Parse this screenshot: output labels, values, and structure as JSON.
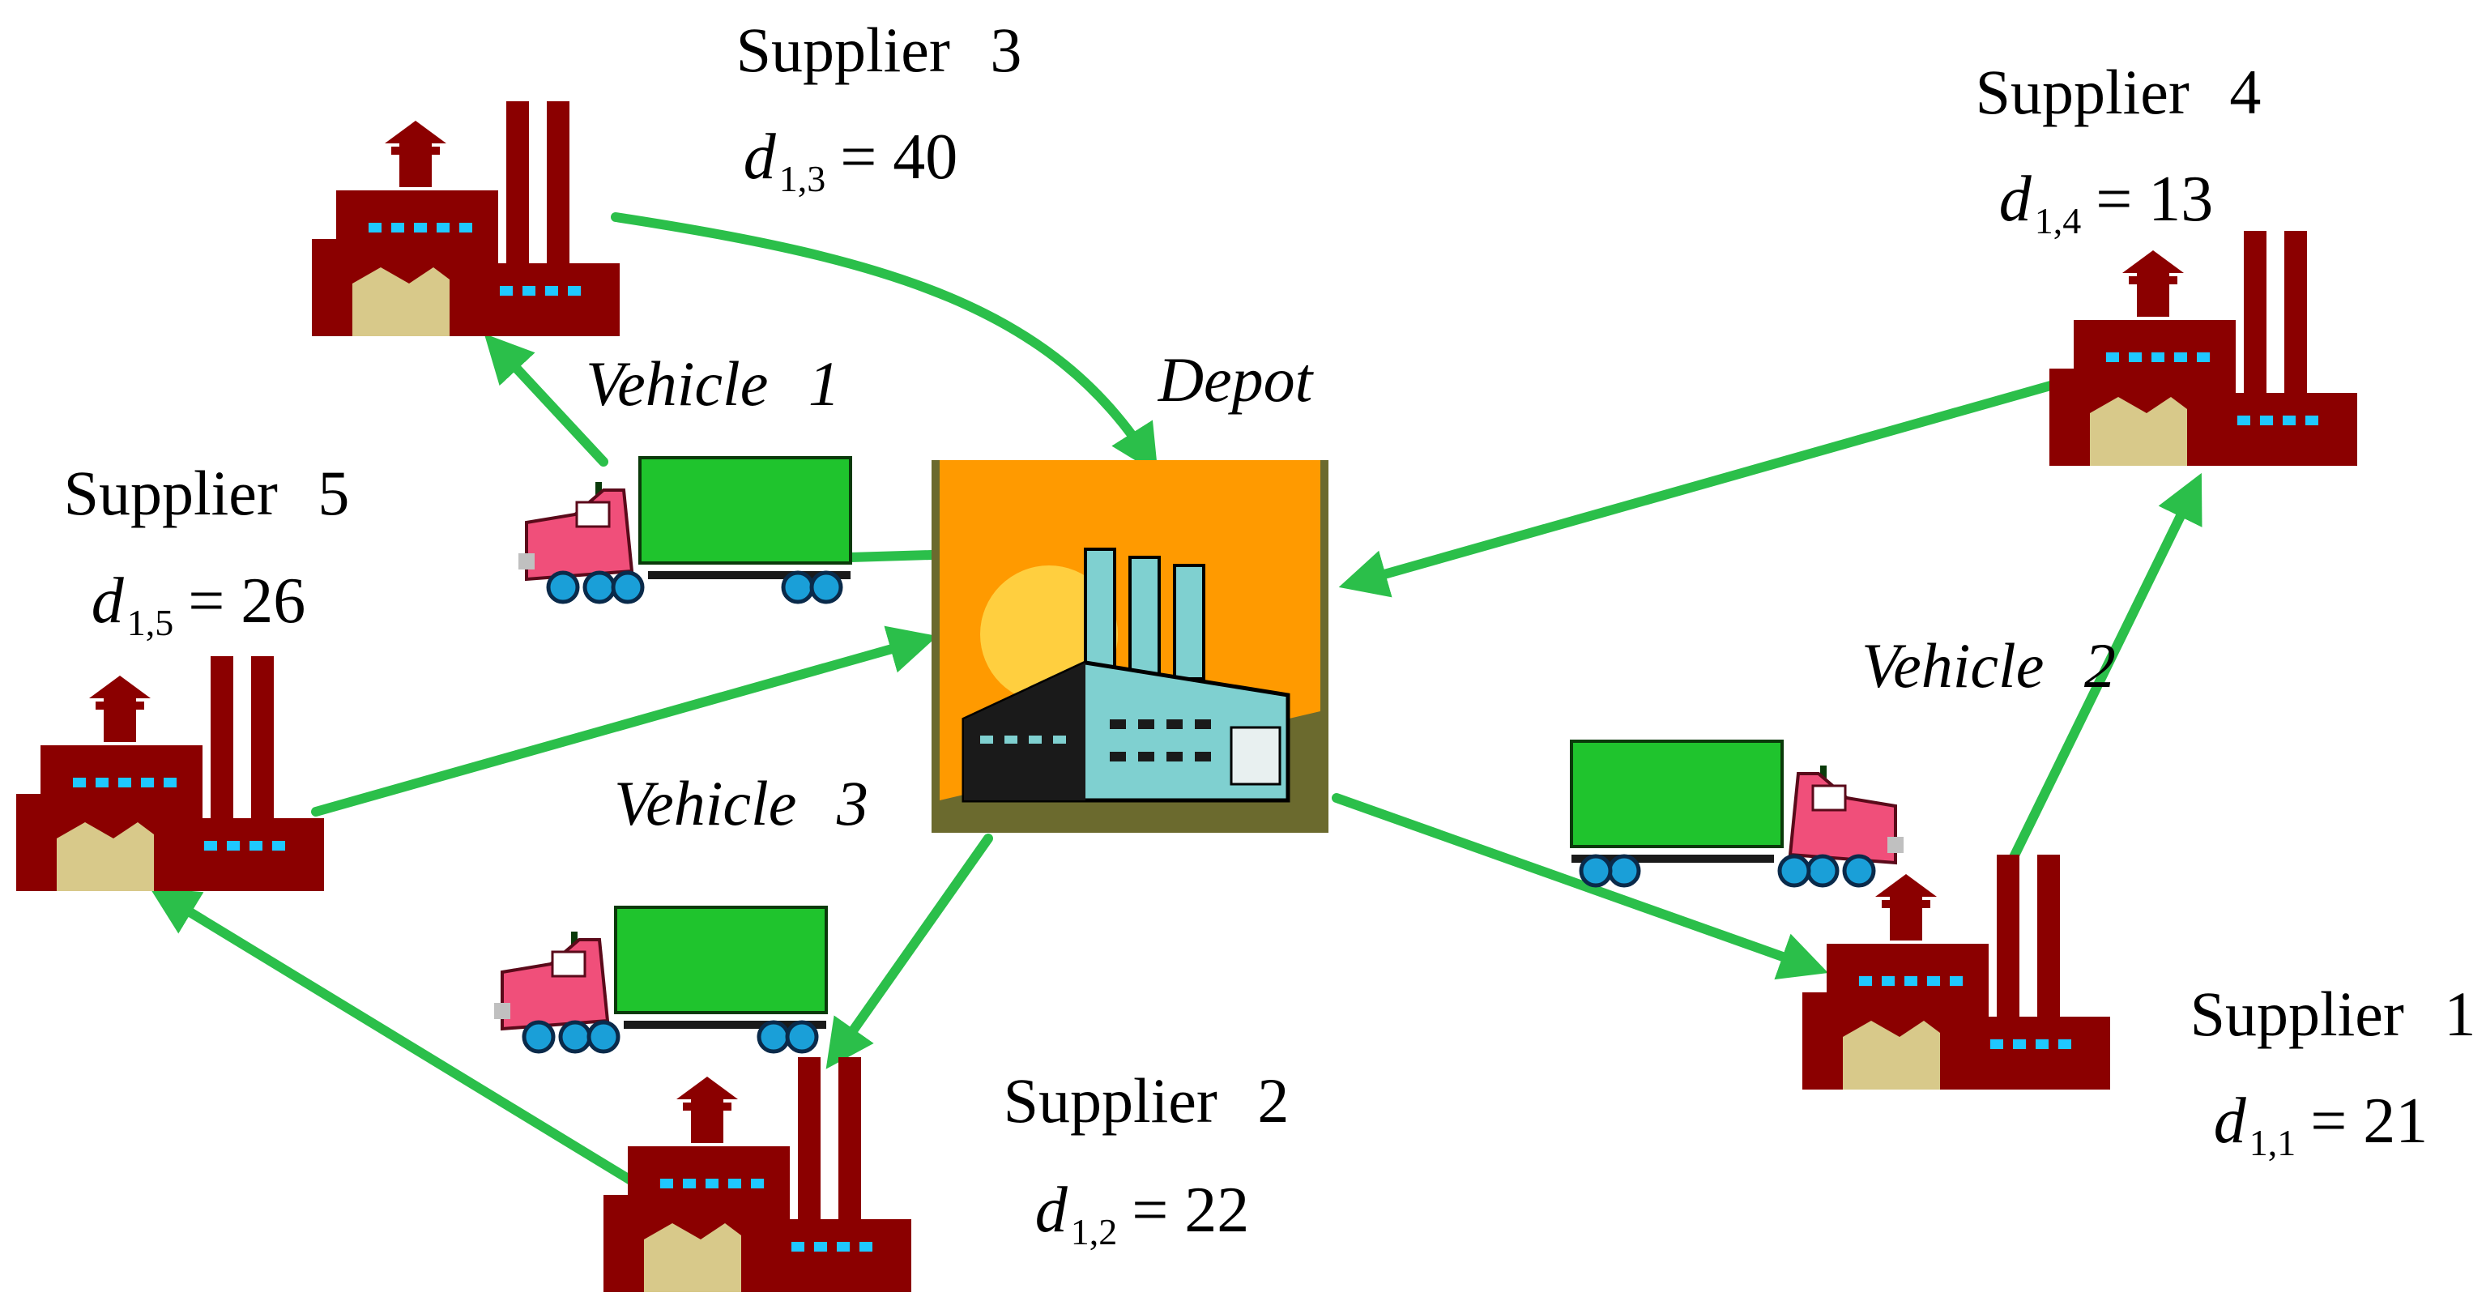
{
  "depot": {
    "label": "Depot"
  },
  "suppliers": [
    {
      "id": 1,
      "name": "Supplier",
      "num": "1",
      "var": "d",
      "sub": "1,1",
      "rest": "= 21"
    },
    {
      "id": 2,
      "name": "Supplier",
      "num": "2",
      "var": "d",
      "sub": "1,2",
      "rest": "= 22"
    },
    {
      "id": 3,
      "name": "Supplier",
      "num": "3",
      "var": "d",
      "sub": "1,3",
      "rest": "= 40"
    },
    {
      "id": 4,
      "name": "Supplier",
      "num": "4",
      "var": "d",
      "sub": "1,4",
      "rest": "= 13"
    },
    {
      "id": 5,
      "name": "Supplier",
      "num": "5",
      "var": "d",
      "sub": "1,5",
      "rest": "= 26"
    }
  ],
  "vehicles": [
    {
      "id": 1,
      "label": "Vehicle",
      "num": "1"
    },
    {
      "id": 2,
      "label": "Vehicle",
      "num": "2"
    },
    {
      "id": 3,
      "label": "Vehicle",
      "num": "3"
    }
  ],
  "colors": {
    "route": "#2bbf4a",
    "factory": "#8b0000",
    "factory_door": "#d8c98a",
    "factory_window": "#1fc8ff",
    "truck_cab": "#f04f7a",
    "truck_trailer": "#1fc42d",
    "truck_wheel": "#1a9fd8",
    "depot_bg": "#ff9a00",
    "depot_frame": "#6b6a2e",
    "depot_building": "#7fd0d0"
  },
  "icons": [
    "factory-icon",
    "truck-icon",
    "depot-icon",
    "arrow-icon"
  ]
}
